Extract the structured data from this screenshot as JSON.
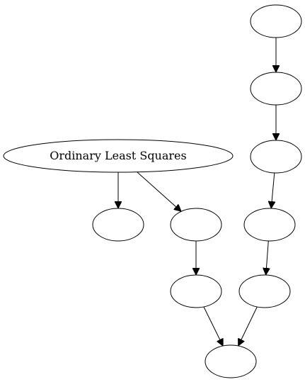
{
  "diagram": {
    "type": "directed-graph",
    "nodes": [
      {
        "id": "ols",
        "label": "Ordinary Least Squares"
      },
      {
        "id": "a1",
        "label": ""
      },
      {
        "id": "a2",
        "label": ""
      },
      {
        "id": "a3",
        "label": ""
      },
      {
        "id": "a4",
        "label": ""
      },
      {
        "id": "a5",
        "label": ""
      },
      {
        "id": "b1",
        "label": ""
      },
      {
        "id": "b2",
        "label": ""
      },
      {
        "id": "b3",
        "label": ""
      },
      {
        "id": "sink",
        "label": ""
      }
    ],
    "edges": [
      {
        "from": "a1",
        "to": "a2"
      },
      {
        "from": "a2",
        "to": "a3"
      },
      {
        "from": "a3",
        "to": "a4"
      },
      {
        "from": "a4",
        "to": "a5"
      },
      {
        "from": "ols",
        "to": "b1"
      },
      {
        "from": "ols",
        "to": "b2"
      },
      {
        "from": "b2",
        "to": "b3"
      },
      {
        "from": "b3",
        "to": "sink"
      },
      {
        "from": "a5",
        "to": "sink"
      }
    ]
  }
}
